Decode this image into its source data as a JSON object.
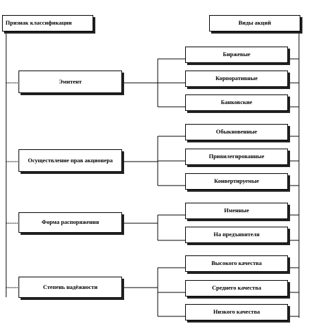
{
  "header": {
    "left_title": "Признак классификации",
    "right_title": "Виды акций"
  },
  "criteria": [
    {
      "label": "Эмитент",
      "types": [
        "Биржевые",
        "Корпоративные",
        "Банковские"
      ]
    },
    {
      "label": "Осуществление прав акционера",
      "types": [
        "Обыкновенные",
        "Привилегированные",
        "Конвертируемые"
      ]
    },
    {
      "label": "Форма распоряжения",
      "types": [
        "Именные",
        "На предъявителя"
      ]
    },
    {
      "label": "Степень надёжности",
      "types": [
        "Высокого качества",
        "Среднего качества",
        "Низкого качества"
      ]
    }
  ]
}
